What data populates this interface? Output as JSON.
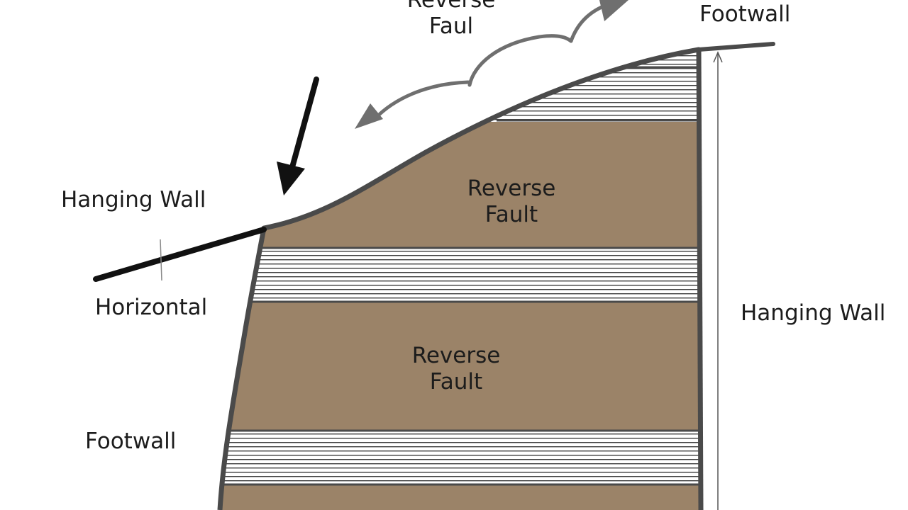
{
  "labels": {
    "top_reverse_fault": [
      "Reverse",
      "Faul"
    ],
    "top_footwall": "Footwall",
    "hanging_wall_left": "Hanging Wall",
    "horizontal": "Horizontal",
    "footwall_left": "Footwall",
    "hanging_wall_right": "Hanging Wall",
    "block_upper": [
      "Reverse",
      "Fault"
    ],
    "block_middle": [
      "Reverse",
      "Fault"
    ]
  },
  "colors": {
    "rock_fill": "#9b8368",
    "outline": "#4a4a4a",
    "stripe": "#3d3d3d",
    "arrow_black": "#111111",
    "arrow_gray": "#6f6f6f",
    "text": "#1c1c1c"
  },
  "icons": {
    "down_arrow": "arrow-down-left-icon",
    "motion_arrow": "double-curved-arrow-icon"
  }
}
